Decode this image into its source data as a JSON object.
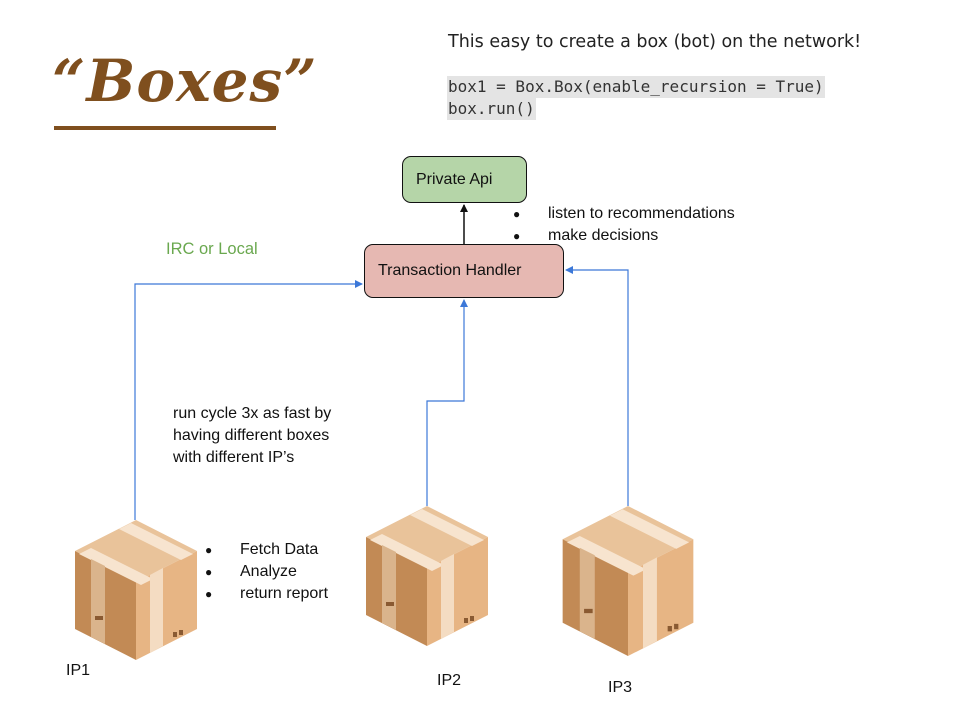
{
  "title": "“Boxes”",
  "intro": "This easy to create a box (bot) on the network!",
  "code_lines": [
    "box1 = Box.Box(enable_recursion = True)",
    "box.run()"
  ],
  "nodes": {
    "api": "Private Api",
    "handler": "Transaction Handler"
  },
  "handler_notes": [
    "listen to recommendations",
    "make decisions"
  ],
  "connection_label": "IRC or Local",
  "cycle_note": [
    "run cycle 3x as fast by",
    "having different boxes",
    "with different IP’s"
  ],
  "box_tasks": [
    "Fetch Data",
    "Analyze",
    "return report"
  ],
  "boxes": [
    {
      "label": "IP1",
      "icon": "cardboard-box-icon"
    },
    {
      "label": "IP2",
      "icon": "cardboard-box-icon"
    },
    {
      "label": "IP3",
      "icon": "cardboard-box-icon"
    }
  ],
  "colors": {
    "title": "#7f4f1e",
    "api_fill": "#b5d5a8",
    "handler_fill": "#e6b8b2",
    "wire": "#3c78d8",
    "green_text": "#6aa84f"
  }
}
